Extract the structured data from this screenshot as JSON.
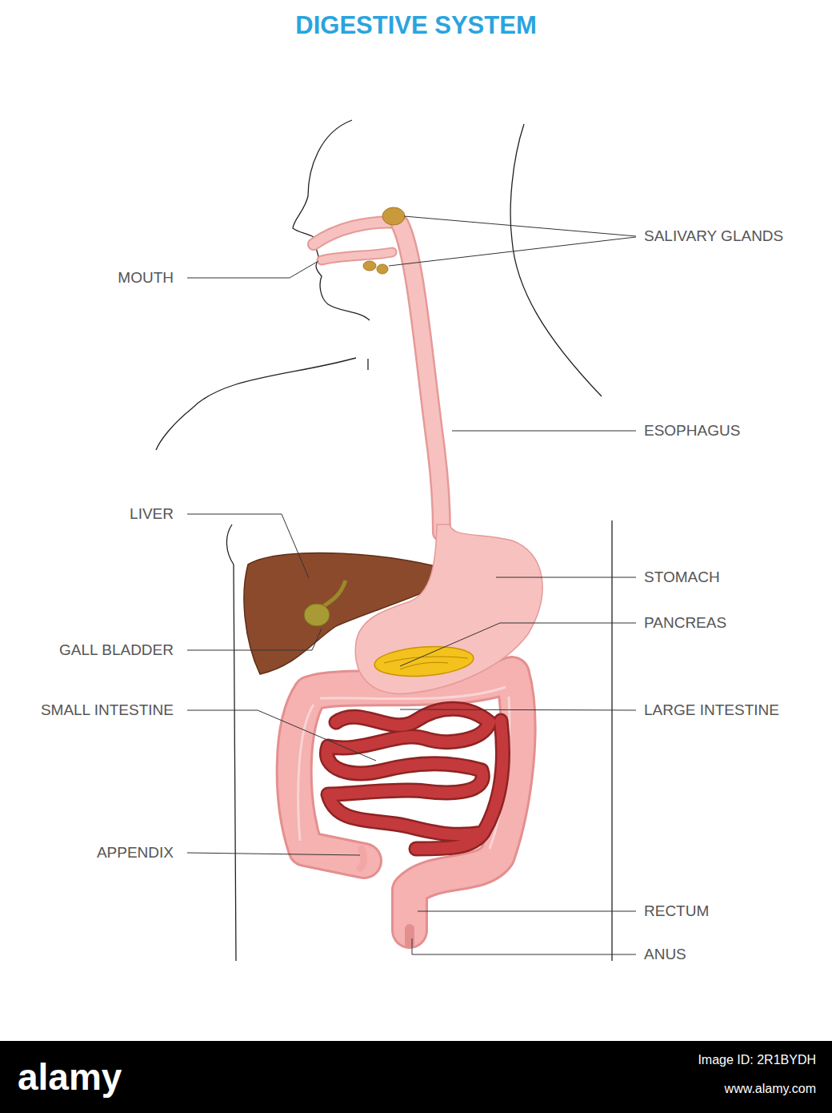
{
  "diagram": {
    "title": "DIGESTIVE SYSTEM",
    "labels": [
      "SALIVARY GLANDS",
      "MOUTH",
      "ESOPHAGUS",
      "LIVER",
      "STOMACH",
      "PANCREAS",
      "GALL BLADDER",
      "SMALL INTESTINE",
      "LARGE INTESTINE",
      "APPENDIX",
      "RECTUM",
      "ANUS",
      "alamy",
      "Image ID: 2R1BYDH",
      "www.alamy.com"
    ]
  }
}
